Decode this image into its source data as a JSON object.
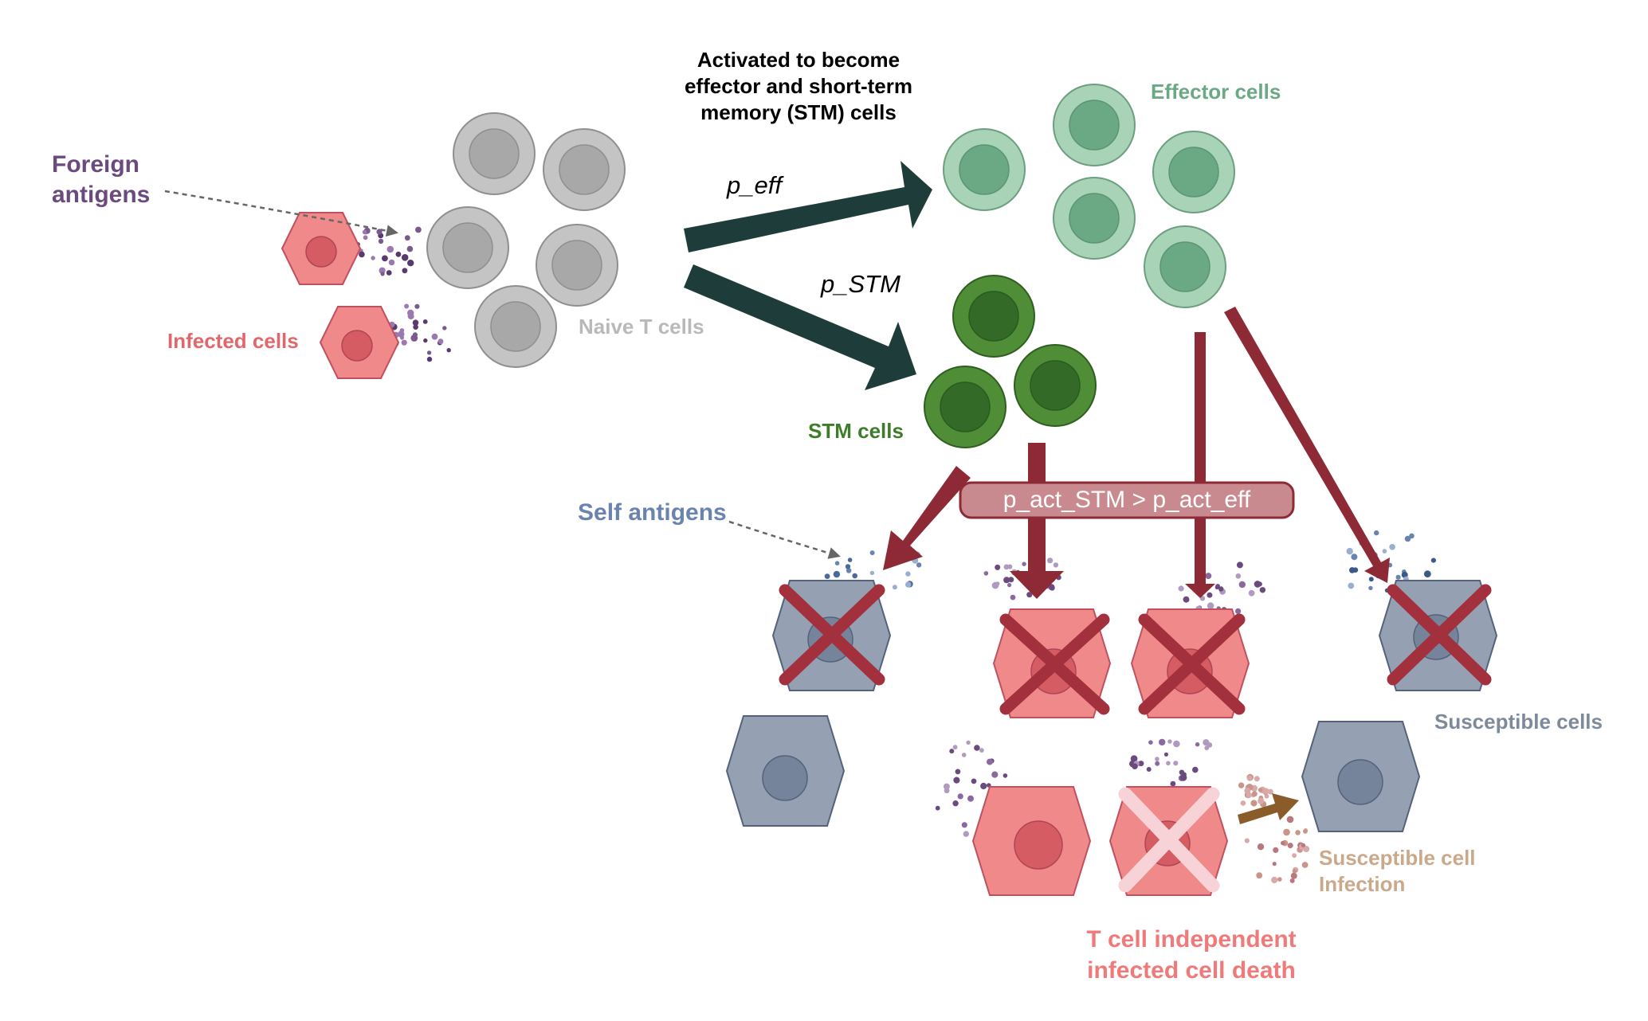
{
  "labels": {
    "foreign_antigens": [
      "Foreign",
      "antigens"
    ],
    "infected_cells": "Infected cells",
    "naive_t_cells": "Naive T cells",
    "activated_text": [
      "Activated to become",
      "effector and short-term",
      "memory (STM) cells"
    ],
    "p_eff": "p_eff",
    "p_stm": "p_STM",
    "effector_cells": "Effector cells",
    "stm_cells": "STM cells",
    "p_act_condition": "p_act_STM > p_act_eff",
    "self_antigens": "Self antigens",
    "susceptible_cells": "Susceptible cells",
    "susceptible_infection": [
      "Susceptible cell",
      "Infection"
    ],
    "t_cell_independent": [
      "T cell independent",
      "infected cell death"
    ]
  },
  "colors": {
    "foreign_antigens": "#6b4a7e",
    "infected": "#f08a8a",
    "infected_stroke": "#c05060",
    "infected_nucleus": "#d45c62",
    "naive": "#c3c3c3",
    "naive_text": "#b9b9b9",
    "effector": "#a8d3b6",
    "effector_text": "#6ba884",
    "stm": "#4f8d37",
    "stm_text": "#3d7d2a",
    "dark_arrow": "#1e3d3a",
    "kill_arrow": "#8e2a36",
    "susceptible": "#95a0b2",
    "susceptible_text": "#7d8a99",
    "self_antigens": "#6a84b0",
    "infection_arrow": "#8a5c2a",
    "infection_text": "#c9a98a",
    "independent_death_text": "#f07a7a"
  }
}
